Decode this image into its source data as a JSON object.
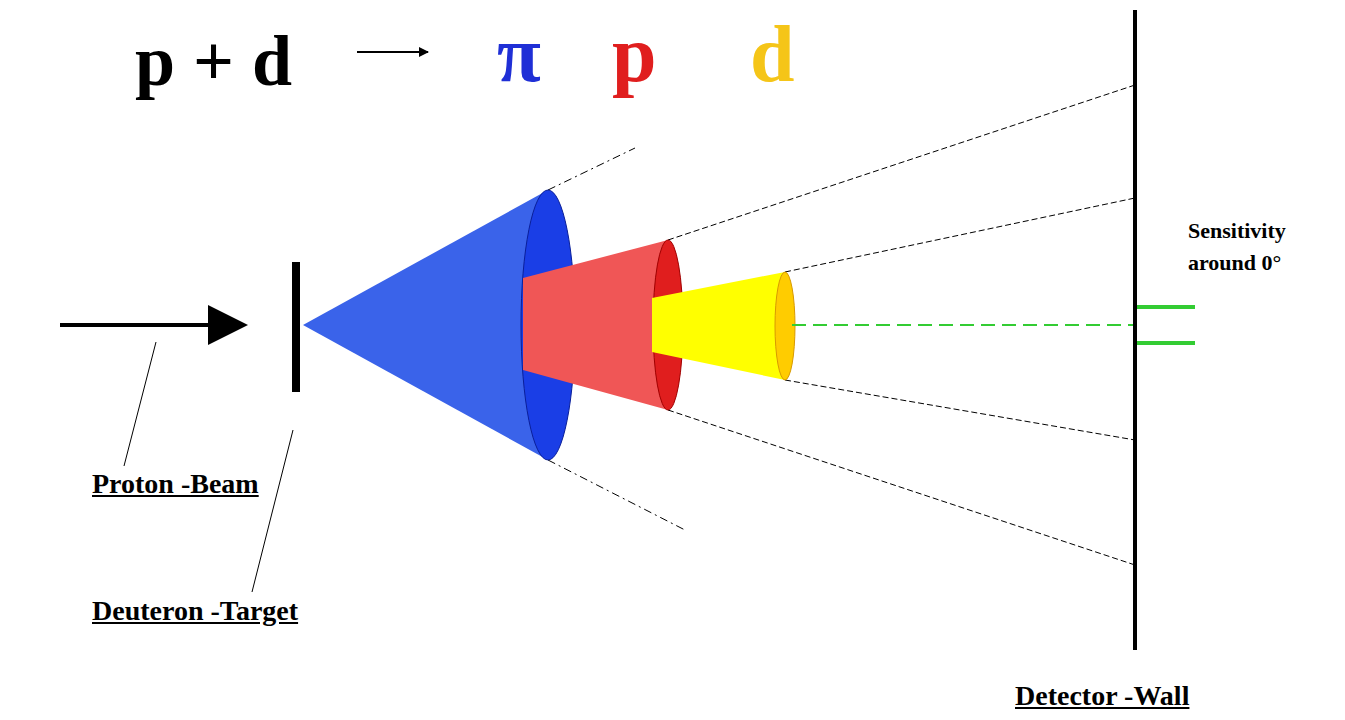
{
  "diagram": {
    "labels": [
      "p + d",
      "π",
      "p",
      "d",
      "Sensitivity around 0°",
      "Proton -Beam",
      "Deuteron -Target",
      "Detector -Wall"
    ]
  }
}
